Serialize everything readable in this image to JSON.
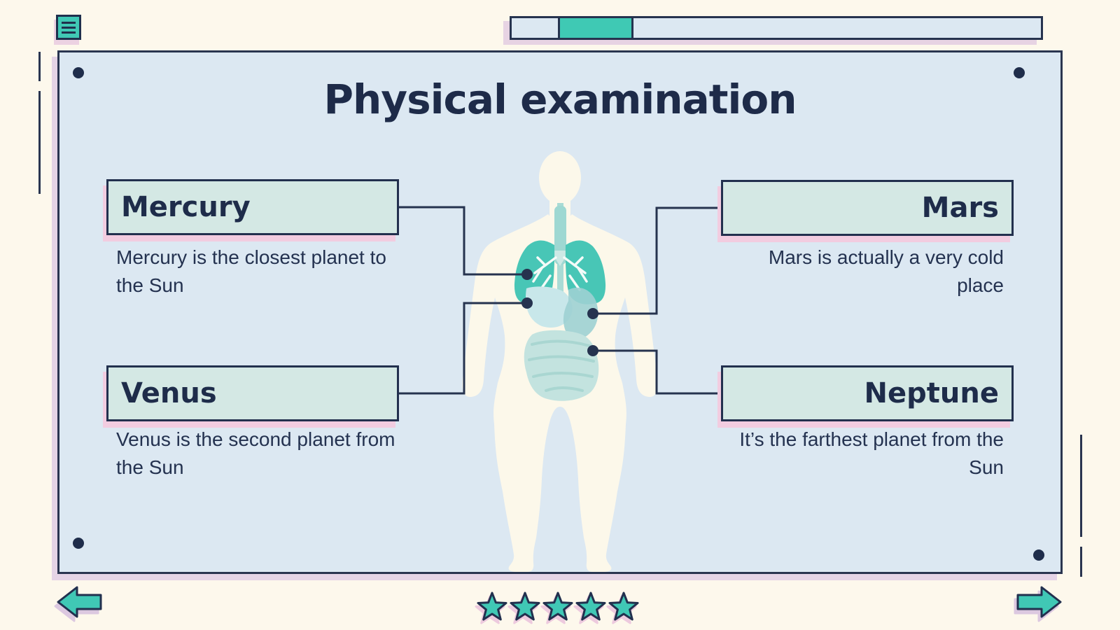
{
  "app": {
    "menu_button_icon": "hamburger-menu-icon",
    "progress_bar": {
      "style": "segmented",
      "thumb": "teal-segment"
    }
  },
  "slide": {
    "title": "Physical examination",
    "illustration": "human-body-organs-illustration",
    "items": [
      {
        "id": "mercury",
        "label": "Mercury",
        "description": "Mercury is the closest planet to the Sun",
        "side": "left",
        "organ": "lungs"
      },
      {
        "id": "venus",
        "label": "Venus",
        "description": "Venus is the second planet from the Sun",
        "side": "left",
        "organ": "liver"
      },
      {
        "id": "mars",
        "label": "Mars",
        "description": "Mars is actually a very cold place",
        "side": "right",
        "organ": "stomach"
      },
      {
        "id": "neptune",
        "label": "Neptune",
        "description": "It’s the farthest planet from the Sun",
        "side": "right",
        "organ": "intestines"
      }
    ]
  },
  "footer": {
    "rating_star_count": 5,
    "star_icon": "star-icon"
  },
  "navigation": {
    "prev_icon": "arrow-left-icon",
    "next_icon": "arrow-right-icon"
  },
  "colors": {
    "accent_teal": "#40c8b5",
    "navy": "#22304e",
    "pink_shadow": "#f2cce0",
    "lavender_shadow": "#e5d4e6",
    "slide_background": "#dce8f2",
    "page_background": "#fdf8ec",
    "label_box_background": "#d4e8e4"
  }
}
